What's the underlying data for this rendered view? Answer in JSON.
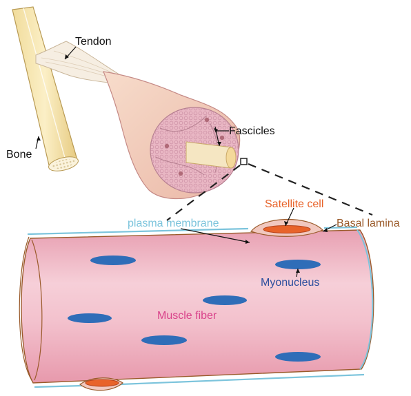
{
  "labels": {
    "tendon": "Tendon",
    "fascicles": "Fascicles",
    "bone": "Bone",
    "satellite_cell": "Satellite cell",
    "plasma_membrane": "plasma membrane",
    "basal_lamina": "Basal lamina",
    "myonucleus": "Myonucleus",
    "muscle_fiber": "Muscle fiber"
  },
  "colors": {
    "text_black": "#111111",
    "satellite_cell": "#e8632a",
    "plasma_membrane": "#7cc4dc",
    "basal_lamina": "#9a5a2a",
    "myonucleus": "#2d4f9e",
    "muscle_fiber_label": "#d9428a",
    "fiber_fill": "#f0b6c4",
    "nucleus_fill": "#2f6db8"
  }
}
